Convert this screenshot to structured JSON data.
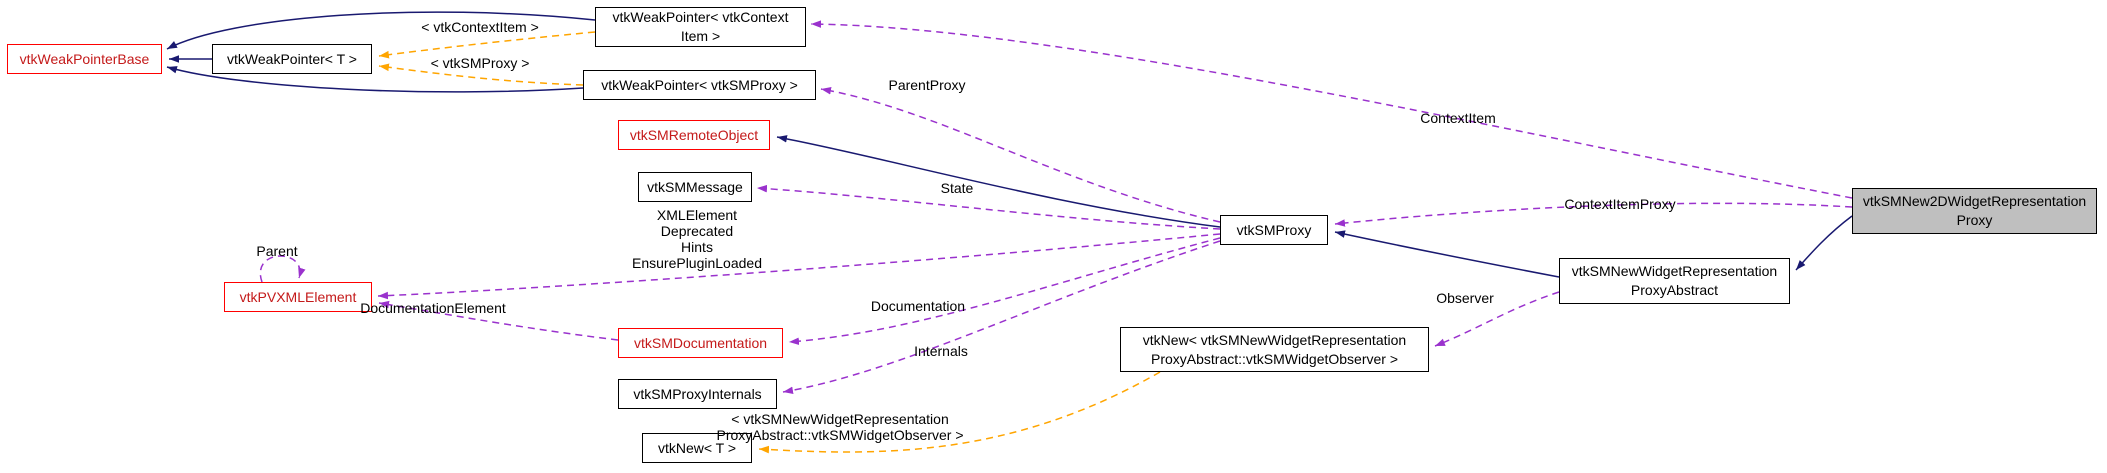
{
  "colors": {
    "inheritance_edge": "#191970",
    "usage_edge": "#9a32cd",
    "template_edge": "#ffa500",
    "red_node_border": "#ff0000",
    "node_border": "#000000",
    "main_node_fill": "#bfbfbf",
    "node_fill": "#ffffff"
  },
  "nodes": {
    "weakPointerBase": {
      "label": "vtkWeakPointerBase"
    },
    "weakPointerT": {
      "label": "vtkWeakPointer< T >"
    },
    "weakPointerContextItem": {
      "l1": "vtkWeakPointer< vtkContext",
      "l2": "Item >"
    },
    "weakPointerSMProxy": {
      "label": "vtkWeakPointer< vtkSMProxy >"
    },
    "smRemoteObject": {
      "label": "vtkSMRemoteObject"
    },
    "smMessage": {
      "label": "vtkSMMessage"
    },
    "pvXmlElement": {
      "label": "vtkPVXMLElement"
    },
    "smDocumentation": {
      "label": "vtkSMDocumentation"
    },
    "smProxyInternals": {
      "label": "vtkSMProxyInternals"
    },
    "newT": {
      "label": "vtkNew< T >"
    },
    "smProxy": {
      "label": "vtkSMProxy"
    },
    "newObserver": {
      "l1": "vtkNew< vtkSMNewWidgetRepresentation",
      "l2": "ProxyAbstract::vtkSMWidgetObserver >"
    },
    "abstract": {
      "l1": "vtkSMNewWidgetRepresentation",
      "l2": "ProxyAbstract"
    },
    "main": {
      "l1": "vtkSMNew2DWidgetRepresentation",
      "l2": "Proxy"
    }
  },
  "edge_labels": {
    "tplContextItem": "< vtkContextItem >",
    "tplSMProxy": "< vtkSMProxy >",
    "parentProxy": "ParentProxy",
    "contextItem": "ContextItem",
    "state": "State",
    "xmlGroup": {
      "l1": "XMLElement",
      "l2": "Deprecated",
      "l3": "Hints",
      "l4": "EnsurePluginLoaded"
    },
    "contextItemProxy": "ContextItemProxy",
    "parent": "Parent",
    "documentationElement": "DocumentationElement",
    "documentation": "Documentation",
    "internals": "Internals",
    "observer": "Observer",
    "tplObserver": {
      "l1": "< vtkSMNewWidgetRepresentation",
      "l2": "ProxyAbstract::vtkSMWidgetObserver >"
    }
  }
}
